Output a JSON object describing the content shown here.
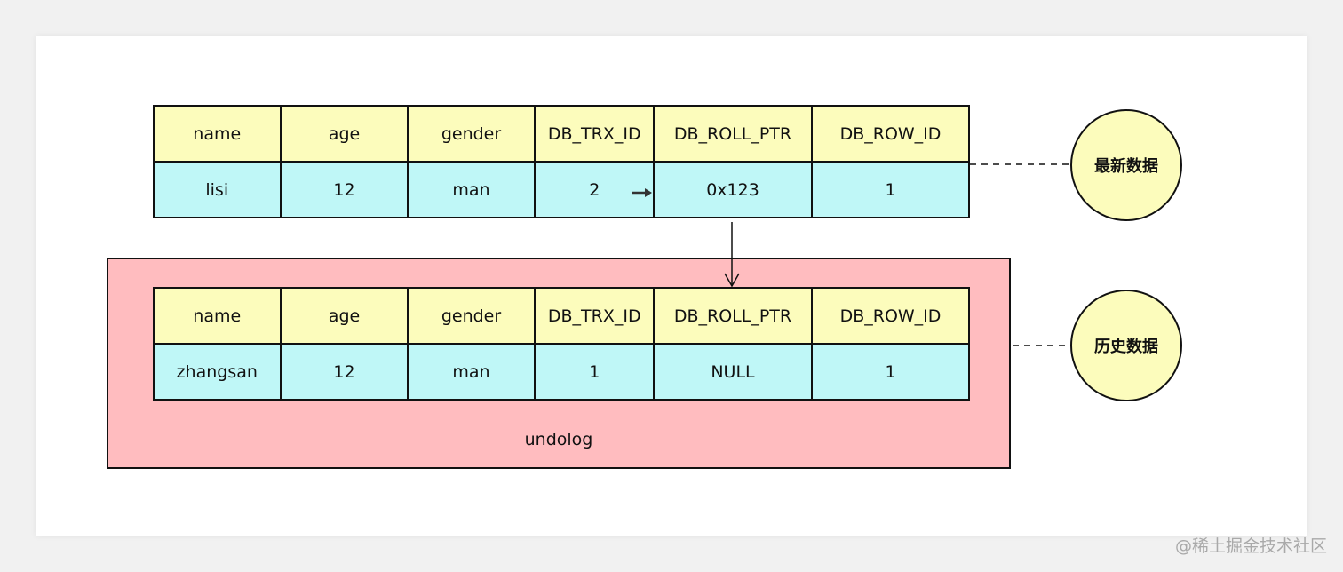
{
  "columns": [
    "name",
    "age",
    "gender",
    "DB_TRX_ID",
    "DB_ROLL_PTR",
    "DB_ROW_ID"
  ],
  "latest_record": {
    "values": [
      "lisi",
      "12",
      "man",
      "2",
      "0x123",
      "1"
    ],
    "circle_label": "最新数据"
  },
  "history_record": {
    "values": [
      "zhangsan",
      "12",
      "man",
      "1",
      "NULL",
      "1"
    ],
    "circle_label": "历史数据"
  },
  "undolog_label": "undolog",
  "colors": {
    "header_fill": "#fcfcbc",
    "value_fill": "#bff7f7",
    "undolog_fill": "#ffbcbf",
    "circle_fill": "#fcfcbc"
  },
  "watermark": "@稀土掘金技术社区"
}
